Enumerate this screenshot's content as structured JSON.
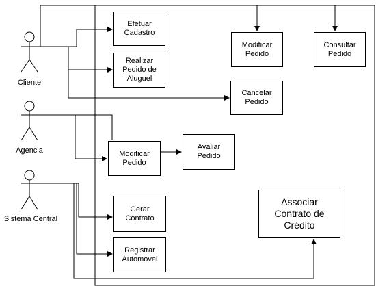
{
  "actors": {
    "cliente": "Cliente",
    "agencia": "Agencia",
    "sistema_central": "Sistema Central"
  },
  "use_cases": {
    "efetuar_cadastro": "Efetuar\nCadastro",
    "realizar_pedido": "Realizar\nPedido de\nAluguel",
    "cancelar_pedido": "Cancelar\nPedido",
    "modificar_pedido_cliente": "Modificar\nPedido",
    "consultar_pedido": "Consultar\nPedido",
    "modificar_pedido_agencia": "Modificar\nPedido",
    "avaliar_pedido": "Avaliar\nPedido",
    "gerar_contrato": "Gerar\nContrato",
    "registrar_automovel": "Registrar\nAutomovel",
    "associar_contrato": "Associar\nContrato de\nCrédito"
  }
}
